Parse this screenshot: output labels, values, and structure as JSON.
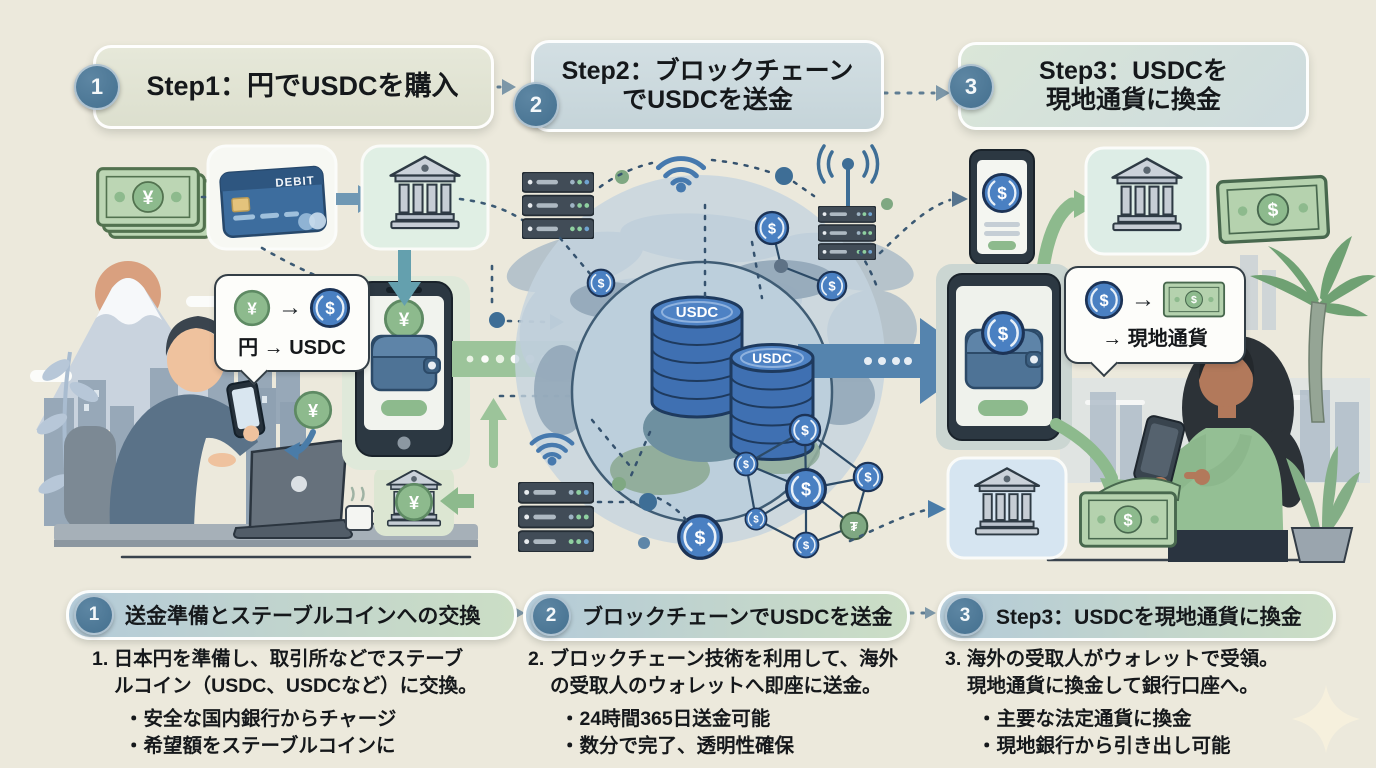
{
  "steps": [
    {
      "number": "1",
      "lines": [
        "Step1：円でUSDCを購入",
        ""
      ]
    },
    {
      "number": "2",
      "lines": [
        "Step2：ブロックチェーン",
        "でUSDCを送金"
      ]
    },
    {
      "number": "3",
      "lines": [
        "Step3：USDCを",
        "現地通貨に換金"
      ]
    }
  ],
  "bottom_sections": [
    {
      "number": "1",
      "title": "送金準備とステーブルコインへの交換",
      "lines": [
        "1. 日本円を準備し、取引所などでステーブ",
        "ルコイン（USDC、USDCなど）に交換。"
      ],
      "bullets": [
        "・安全な国内銀行からチャージ",
        "・希望額をステーブルコインに"
      ]
    },
    {
      "number": "2",
      "title": "ブロックチェーンでUSDCを送金",
      "lines": [
        "2. ブロックチェーン技術を利用して、海外",
        "の受取人のウォレットへ即座に送金。"
      ],
      "bullets": [
        "・24時間365日送金可能",
        "・数分で完了、透明性確保"
      ]
    },
    {
      "number": "3",
      "title": "Step3：USDCを現地通貨に換金",
      "lines": [
        "3. 海外の受取人がウォレットで受領。",
        "現地通貨に換金して銀行口座へ。"
      ],
      "bullets": [
        "・主要な法定通貨に換金",
        "・現地銀行から引き出し可能"
      ]
    }
  ],
  "labels": {
    "debit_card": "DEBIT",
    "exchange_bubble": "円 → USDC",
    "convert_bubble": "→ 現地通貨",
    "usdc_coin": "USDC",
    "yen_symbol": "¥",
    "dollar_symbol": "$",
    "tether_symbol": "₮"
  },
  "colors": {
    "background": "#ECE9DC",
    "accent_blue": "#4A80C2",
    "accent_green": "#8DBA8D",
    "arrow_green": "#9CC49A",
    "arrow_blue": "#5584AE",
    "number_circle": "#44708F"
  }
}
